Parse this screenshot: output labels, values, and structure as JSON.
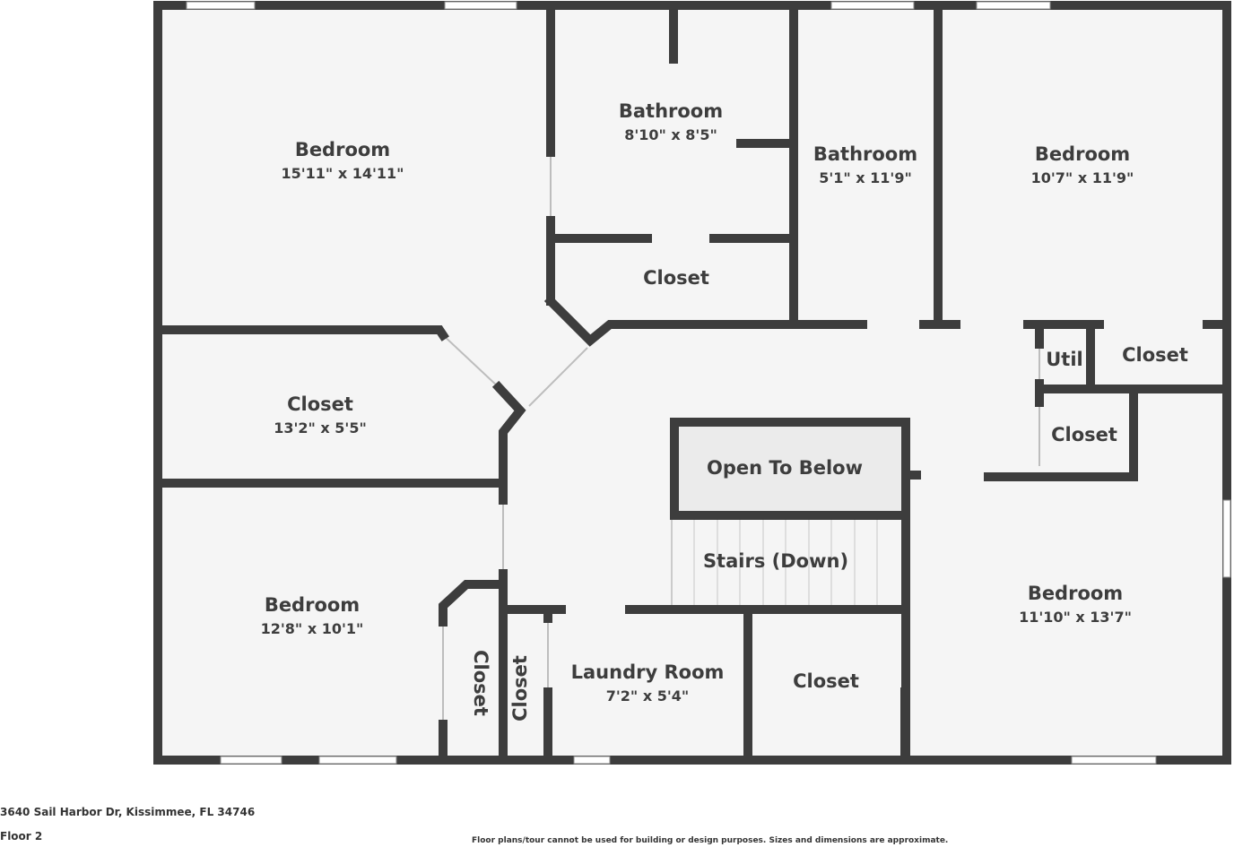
{
  "floor_plan": {
    "rooms": {
      "bedroom_nw": {
        "label": "Bedroom",
        "dim": "15'11\" x 14'11\""
      },
      "bathroom_1": {
        "label": "Bathroom",
        "dim": "8'10\" x 8'5\""
      },
      "bathroom_2": {
        "label": "Bathroom",
        "dim": "5'1\" x 11'9\""
      },
      "bedroom_ne": {
        "label": "Bedroom",
        "dim": "10'7\" x 11'9\""
      },
      "closet_upper": {
        "label": "Closet"
      },
      "closet_west": {
        "label": "Closet",
        "dim": "13'2\" x 5'5\""
      },
      "util": {
        "label": "Util"
      },
      "closet_ne": {
        "label": "Closet"
      },
      "closet_hall": {
        "label": "Closet"
      },
      "open_to_below": {
        "label": "Open To Below"
      },
      "stairs": {
        "label": "Stairs (Down)"
      },
      "bedroom_sw": {
        "label": "Bedroom",
        "dim": "12'8\" x 10'1\""
      },
      "closet_v1": {
        "label": "Closet"
      },
      "closet_v2": {
        "label": "Closet"
      },
      "laundry": {
        "label": "Laundry Room",
        "dim": "7'2\" x 5'4\""
      },
      "closet_south": {
        "label": "Closet"
      },
      "bedroom_se": {
        "label": "Bedroom",
        "dim": "11'10\" x 13'7\""
      }
    }
  },
  "footer": {
    "address": "3640 Sail Harbor Dr, Kissimmee, FL 34746",
    "floor": "Floor 2",
    "disclaimer": "Floor plans/tour cannot be used for building or design purposes. Sizes and dimensions are approximate."
  },
  "colors": {
    "wall": "#3d3d3d",
    "floor": "#f5f5f5",
    "open_area": "#ebebeb",
    "window": "#ffffff",
    "text": "#3d3d3d"
  }
}
